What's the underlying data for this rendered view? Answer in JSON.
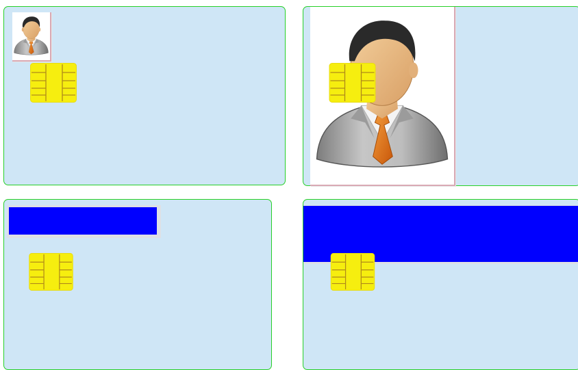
{
  "colors": {
    "card_background": "#cfe6f6",
    "card_border": "#27d027",
    "chip_gold": "#f6ee0f",
    "chip_lines": "#b08a1a",
    "bar_blue": "#0000ff",
    "photo_border": "#d9a9b4"
  },
  "cards": [
    {
      "id": "card-1",
      "elements": [
        "photo-thumbnail-icon",
        "smart-chip-icon"
      ]
    },
    {
      "id": "card-2",
      "elements": [
        "photo-large-icon",
        "smart-chip-icon"
      ]
    },
    {
      "id": "card-3",
      "elements": [
        "blue-bar",
        "smart-chip-icon"
      ]
    },
    {
      "id": "card-4",
      "elements": [
        "blue-bar-wide",
        "smart-chip-icon"
      ]
    }
  ],
  "icons": {
    "person": "person-avatar-icon",
    "chip": "smart-chip-icon"
  }
}
